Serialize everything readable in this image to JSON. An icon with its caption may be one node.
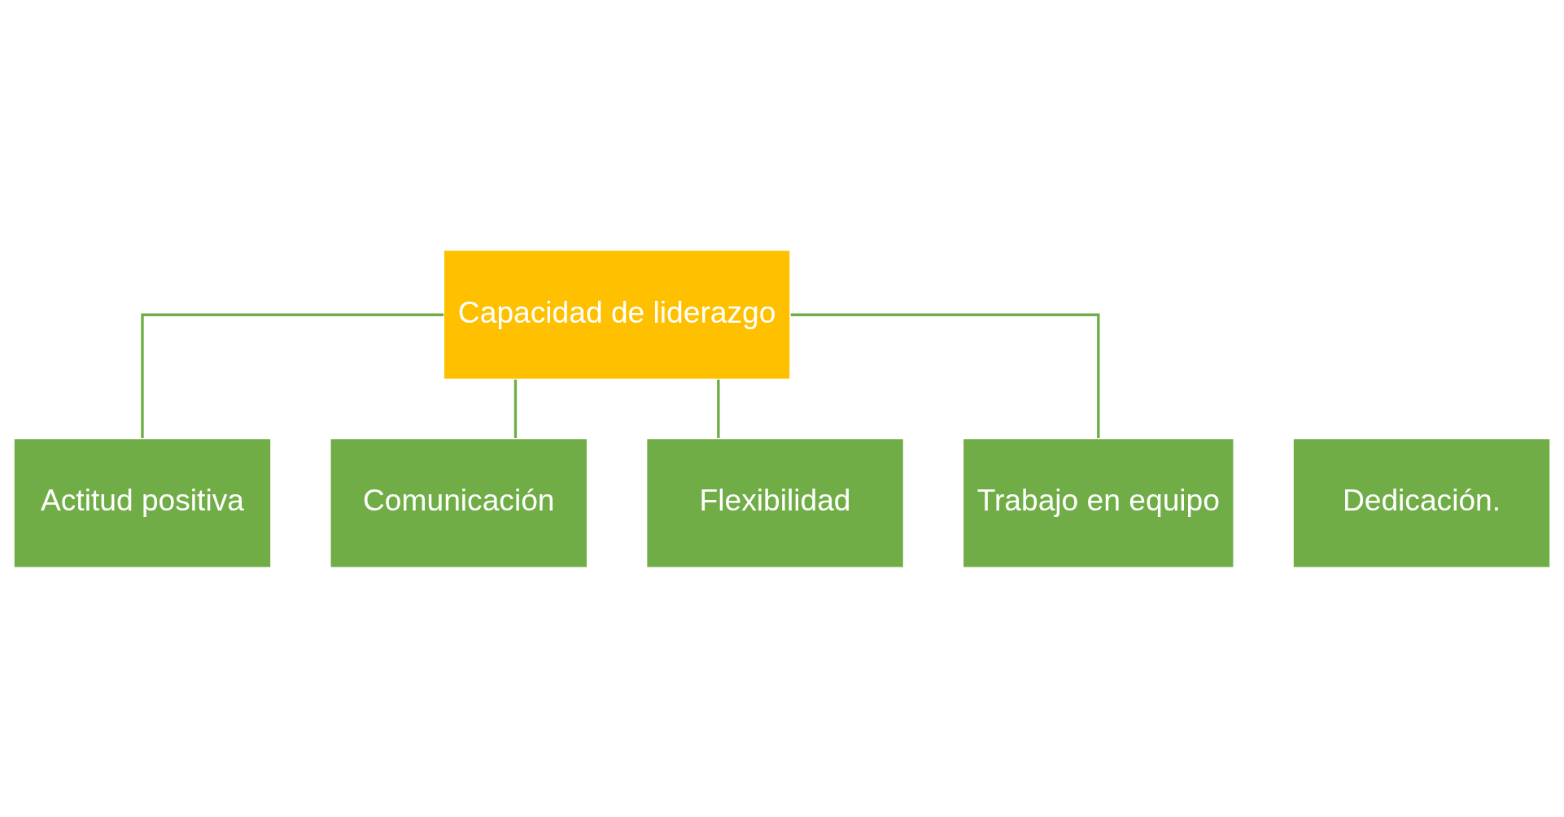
{
  "diagram": {
    "nodes": [
      {
        "text": [
          "Capacidad de liderazgo"
        ]
      },
      {
        "text": [
          "Actitud positiva"
        ]
      },
      {
        "text": [
          "Comunicación"
        ]
      },
      {
        "text": [
          "Flexibilidad"
        ]
      },
      {
        "text": [
          "Trabajo en equipo"
        ]
      },
      {
        "text": [
          "Dedicación."
        ]
      }
    ],
    "edges": [
      {
        "from": 0,
        "to": 1,
        "arrow": "none"
      },
      {
        "from": 0,
        "to": 2,
        "arrow": "none"
      },
      {
        "from": 0,
        "to": 3,
        "arrow": "none"
      },
      {
        "from": 0,
        "to": 4,
        "arrow": "none"
      }
    ]
  }
}
